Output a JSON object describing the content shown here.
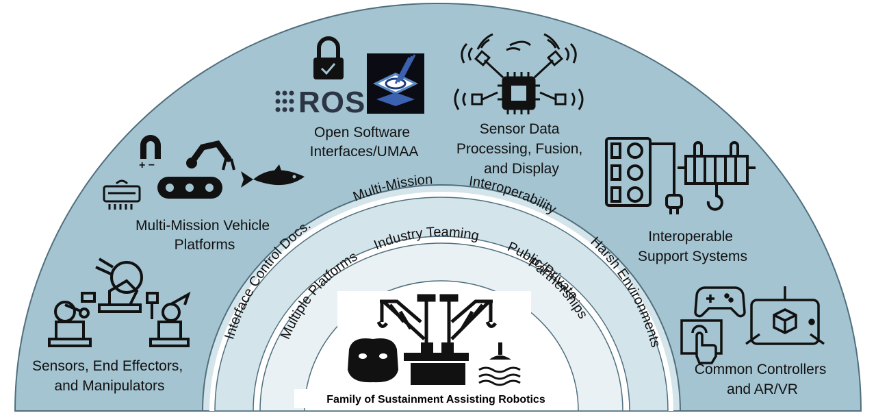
{
  "colors": {
    "outer_band": "#a4c4d1",
    "middle_band": "#d3e4eb",
    "inner_band": "#e9f1f5",
    "outline": "#4f6f7d",
    "icon": "#111111"
  },
  "outer_labels": {
    "sensors": [
      "Sensors, End Effectors,",
      "and Manipulators"
    ],
    "vehicles": [
      "Multi-Mission Vehicle",
      "Platforms"
    ],
    "software": [
      "Open Software",
      "Interfaces/UMAA"
    ],
    "sensor_data": [
      "Sensor Data",
      "Processing, Fusion,",
      "and Display"
    ],
    "support": [
      "Interoperable",
      "Support Systems"
    ],
    "controllers": [
      "Common Controllers",
      "and AR/VR"
    ]
  },
  "ros_text": "ROS",
  "middle_arc_labels": {
    "interface_docs": "Interface Control Docs.",
    "multi_mission": "Multi-Mission",
    "interoperability": "Interoperability",
    "harsh": "Harsh Environments"
  },
  "inner_arc_labels": {
    "multiple_platforms": "Multiple Platforms",
    "industry_teaming": "Industry Teaming",
    "public_private": [
      "Public/Private",
      "Partnerships"
    ]
  },
  "center_title": "Family of Sustainment Assisting Robotics",
  "icons": [
    "robot-arm-icon",
    "magnet-icon",
    "conveyor-robot-arm-icon",
    "fish-robot-icon",
    "vent-icon",
    "lock-icon",
    "ros-logo",
    "umaa-logo",
    "sensor-chip-icon",
    "power-strip-icon",
    "hoist-icon",
    "gamepad-icon",
    "touchscreen-icon",
    "vr-tablet-icon",
    "crane-icon",
    "submarine-icon"
  ]
}
